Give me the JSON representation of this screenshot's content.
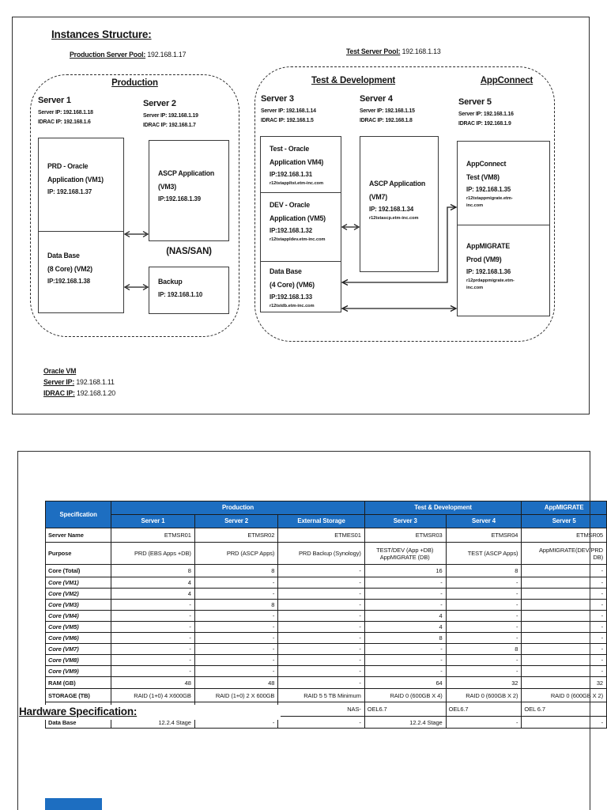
{
  "colors": {
    "header_blue": "#1d6ec1"
  },
  "page1": {
    "title": "Instances Structure:",
    "prod_pool": {
      "label": "Production Server Pool:",
      "value": "192.168.1.17"
    },
    "test_pool": {
      "label": "Test Server Pool:",
      "value": "192.168.1.13"
    },
    "production": {
      "title": "Production",
      "server1": {
        "title": "Server 1",
        "ip_line": "Server IP: 192.168.1.18",
        "idrac_line": "IDRAC IP: 192.168.1.6"
      },
      "server2": {
        "title": "Server 2",
        "ip_line": "Server IP: 192.168.1.19",
        "idrac_line": "IDRAC IP: 192.168.1.7"
      },
      "vm1": {
        "l1": "PRD - Oracle",
        "l2": "Application (VM1)",
        "ip": "IP: 192.168.1.37"
      },
      "vm2": {
        "l1": "Data Base",
        "l2": "(8 Core) (VM2)",
        "ip": "IP:192.168.1.38"
      },
      "vm3": {
        "l1": "ASCP Application",
        "l2": "(VM3)",
        "ip": "IP:192.168.1.39"
      },
      "nas_label": "(NAS/SAN)",
      "backup": {
        "l1": "Backup",
        "ip": "IP: 192.168.1.10"
      }
    },
    "testdev": {
      "title": "Test & Development",
      "appconnect_title": "AppConnect",
      "server3": {
        "title": "Server 3",
        "ip_line": "Server IP: 192.168.1.14",
        "idrac_line": "IDRAC IP: 192.168.1.5"
      },
      "server4": {
        "title": "Server 4",
        "ip_line": "Server IP: 192.168.1.15",
        "idrac_line": "IDRAC IP: 192.168.1.8"
      },
      "server5": {
        "title": "Server 5",
        "ip_line": "Server IP: 192.168.1.16",
        "idrac_line": "IDRAC IP: 192.168.1.9"
      },
      "vm4": {
        "l1": "Test - Oracle",
        "l2": "Application VM4)",
        "ip": "IP:192.168.1.31",
        "host": "r12tstappltst.etm-inc.com"
      },
      "vm5": {
        "l1": "DEV - Oracle",
        "l2": "Application (VM5)",
        "ip": "IP:192.168.1.32",
        "host": "r12tstappldev.etm-inc.com"
      },
      "vm6": {
        "l1": "Data Base",
        "l2": "(4 Core) (VM6)",
        "ip": "IP:192.168.1.33",
        "host": "r12tstdb.etm-inc.com"
      },
      "vm7": {
        "l1": "ASCP Application",
        "l2": "(VM7)",
        "ip": "IP: 192.168.1.34",
        "host": "r12tstascp.etm-inc.com"
      },
      "vm8": {
        "l1": "AppConnect",
        "l2": "Test (VM8)",
        "ip": "IP: 192.168.1.35",
        "host": "r12tstappmigrate.etm-inc.com"
      },
      "vm9": {
        "l1": "AppMIGRATE",
        "l2": "Prod (VM9)",
        "ip": "IP: 192.168.1.36",
        "host": "r12prdappmigrate.etm-inc.com"
      }
    },
    "oracle_vm": {
      "title": "Oracle VM",
      "ip_label": "Server IP:",
      "ip": "192.168.1.11",
      "idrac_label": "IDRAC IP:",
      "idrac": "192.168.1.20"
    }
  },
  "page2": {
    "heading": "Hardware Specification:",
    "table": {
      "group_headers": [
        "Specification",
        "Production",
        "Test & Development",
        "AppMIGRATE"
      ],
      "col_headers": [
        "Server 1",
        "Server 2",
        "External Storage",
        "Server 3",
        "Server 4",
        "Server 5"
      ],
      "rows": [
        {
          "label": "Server Name",
          "cls": "r-name thick",
          "values": [
            "ETMSR01",
            "ETMSR02",
            "ETMES01",
            "ETMSR03",
            "ETMSR04",
            "ETMSR05"
          ]
        },
        {
          "label": "Purpose",
          "cls": "r-purpose thick",
          "values": [
            "PRD (EBS Apps +DB)",
            "PRD (ASCP Apps)",
            "PRD Backup (Synology)",
            "TEST/DEV (App +DB)\nAppMIGRATE (DB)",
            "TEST (ASCP Apps)",
            "AppMIGRATE(DEV/PRD\nDB)"
          ],
          "aligns": [
            "right",
            "right",
            "right",
            "center",
            "right",
            "right"
          ]
        },
        {
          "label": "Core (Total)",
          "cls": "r-coretotal thick",
          "values": [
            "8",
            "8",
            "-",
            "16",
            "8",
            "-"
          ]
        },
        {
          "label": "Core (VM1)",
          "cls": "r-vm",
          "values": [
            "4",
            "-",
            "-",
            "-",
            "-",
            "-"
          ]
        },
        {
          "label": "Core (VM2)",
          "cls": "r-vm",
          "values": [
            "4",
            "-",
            "-",
            "-",
            "-",
            "-"
          ]
        },
        {
          "label": "Core (VM3)",
          "cls": "r-vm",
          "values": [
            "-",
            "8",
            "-",
            "-",
            "-",
            "-"
          ]
        },
        {
          "label": "Core (VM4)",
          "cls": "r-vm",
          "values": [
            "-",
            "-",
            "-",
            "4",
            "-",
            "-"
          ]
        },
        {
          "label": "Core (VM5)",
          "cls": "r-vm",
          "values": [
            "-",
            "-",
            "-",
            "4",
            "-",
            "-"
          ]
        },
        {
          "label": "Core (VM6)",
          "cls": "r-vm",
          "values": [
            "-",
            "-",
            "-",
            "8",
            "-",
            "-"
          ]
        },
        {
          "label": "Core (VM7)",
          "cls": "r-vm",
          "values": [
            "-",
            "-",
            "-",
            "-",
            "8",
            "-"
          ]
        },
        {
          "label": "Core (VM8)",
          "cls": "r-vm",
          "values": [
            "-",
            "-",
            "-",
            "-",
            "-",
            "-"
          ]
        },
        {
          "label": "Core (VM9)",
          "cls": "r-vm",
          "values": [
            "-",
            "-",
            "-",
            "-",
            "-",
            "-"
          ]
        },
        {
          "label": "RAM (GB)",
          "cls": "r-ram thick",
          "values": [
            "48",
            "48",
            "-",
            "64",
            "32",
            "32"
          ]
        },
        {
          "label": "STORAGE (TB)",
          "cls": "r-storage thick",
          "values": [
            "RAID (1+0) 4 X600GB",
            "RAID (1+0) 2 X 600GB",
            "RAID 5 5 TB Minimum",
            "RAID 0 (600GB X 4)",
            "RAID 0 (600GB X 2)",
            "RAID 0 (600GB X 2)"
          ]
        },
        {
          "label": "",
          "cls": "r-os thick",
          "values": [
            "",
            "",
            "NAS-",
            "OEL6.7",
            "OEL6.7",
            "OEL 6.7"
          ],
          "aligns": [
            "right",
            "right",
            "right",
            "left",
            "left",
            "left"
          ]
        },
        {
          "label": "Data Base",
          "cls": "r-db thick",
          "values": [
            "12.2.4 Stage",
            "-",
            "-",
            "12.2.4 Stage",
            "-",
            "-"
          ]
        }
      ]
    }
  }
}
